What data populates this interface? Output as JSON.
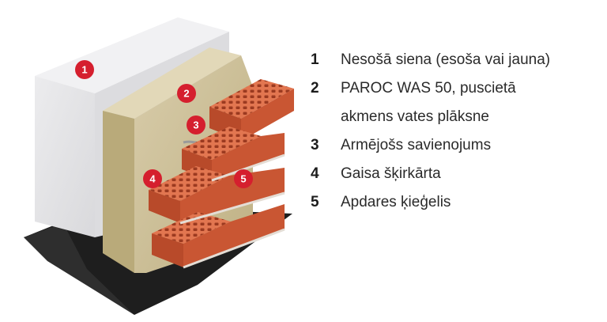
{
  "legend": {
    "items": [
      {
        "number": "1",
        "lines": [
          "Nesošā siena (esoša vai jauna)"
        ]
      },
      {
        "number": "2",
        "lines": [
          "PAROC WAS 50, puscietā",
          "akmens vates plāksne"
        ]
      },
      {
        "number": "3",
        "lines": [
          "Armējošs savienojums"
        ]
      },
      {
        "number": "4",
        "lines": [
          "Gaisa šķirkārta"
        ]
      },
      {
        "number": "5",
        "lines": [
          "Apdares ķieģelis"
        ]
      }
    ]
  },
  "markers": [
    "1",
    "2",
    "3",
    "4",
    "5"
  ],
  "colors": {
    "marker_red": "#d51f2e",
    "concrete": "#e6e6e8",
    "insulation": "#cfc39c",
    "brick": "#d2603a",
    "membrane": "#222222"
  }
}
